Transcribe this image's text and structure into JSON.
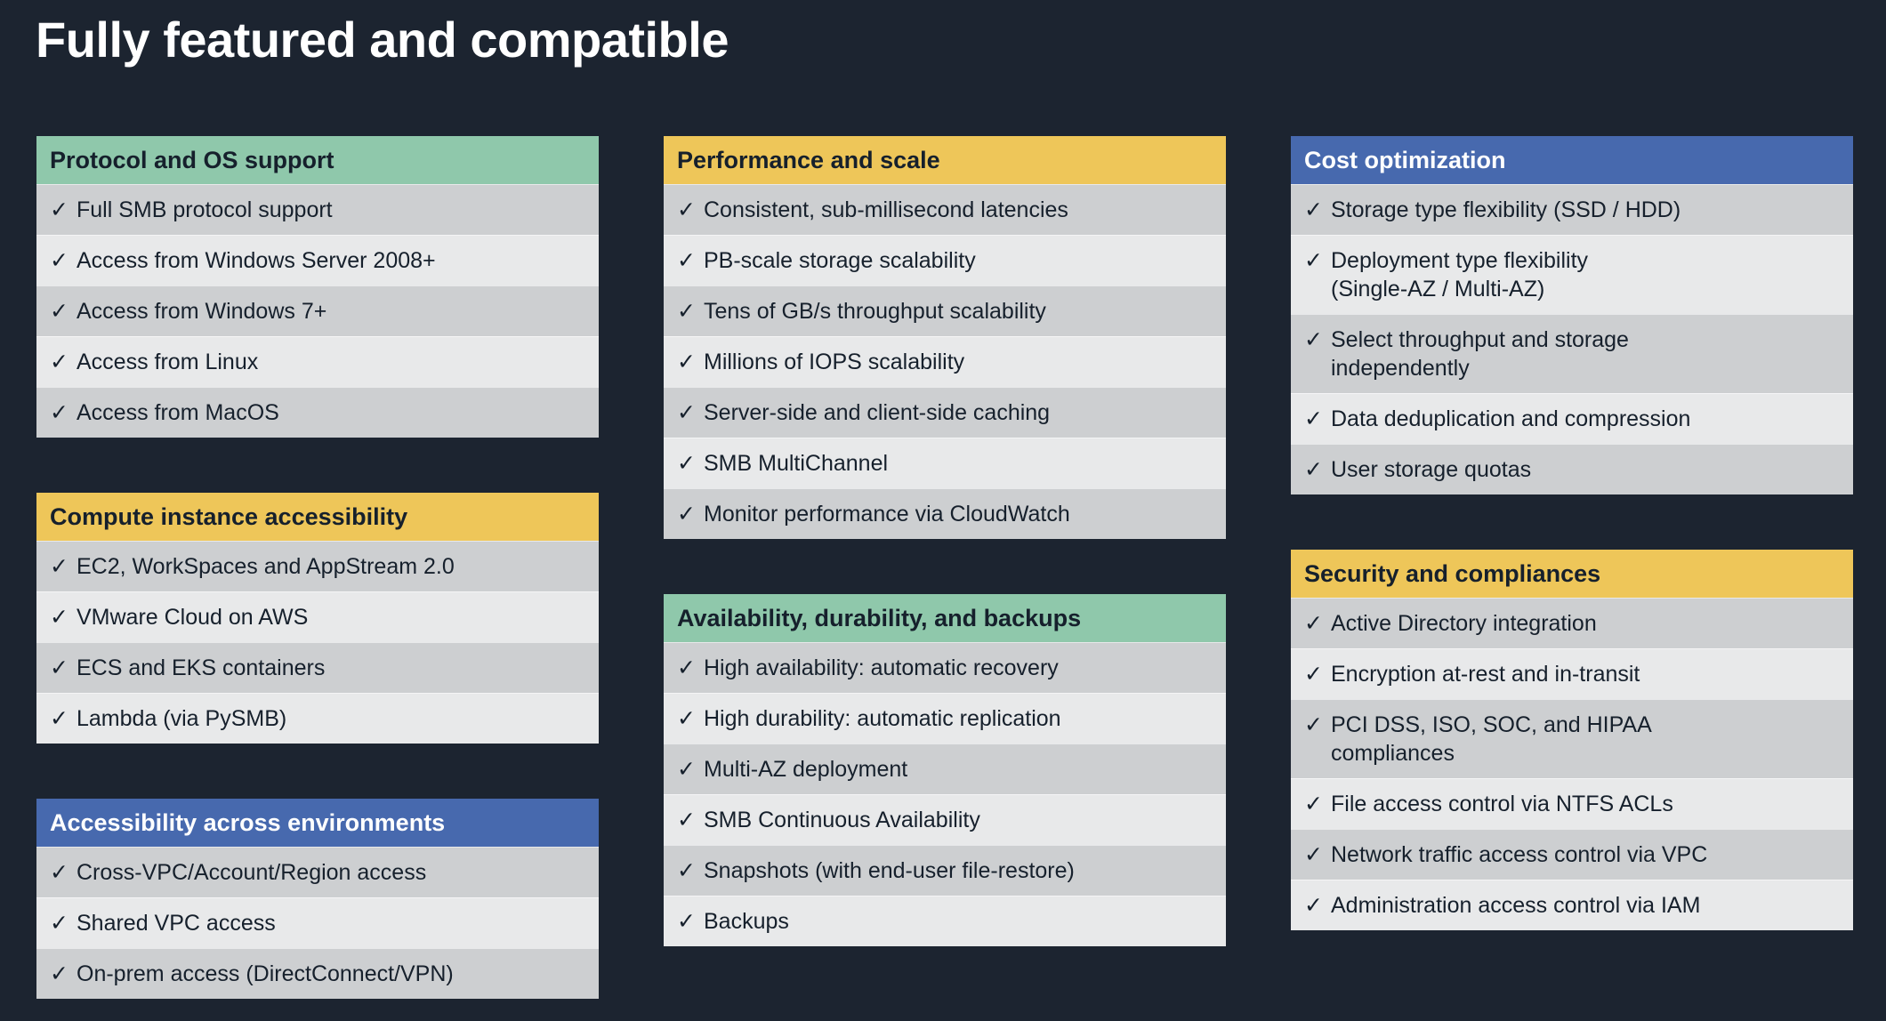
{
  "title": "Fully featured and compatible",
  "icons": {
    "check_icon": "✓"
  },
  "colors": {
    "background": "#1C2430",
    "header_green": "#8FC8AB",
    "header_yellow": "#EEC659",
    "header_blue": "#4769AE",
    "row_dark": "#CDCFD1",
    "row_light": "#E8E9EA",
    "text_dark": "#16202C",
    "title_text": "#FFFFFF",
    "header_text_on_blue": "#FFFFFF"
  },
  "columns": [
    {
      "cards": [
        {
          "title": "Protocol and OS support",
          "color": "green",
          "items": [
            "Full SMB protocol support",
            "Access from Windows Server 2008+",
            "Access from Windows 7+",
            "Access from Linux",
            "Access from MacOS"
          ]
        },
        {
          "title": "Compute instance accessibility",
          "color": "yellow",
          "items": [
            "EC2, WorkSpaces and AppStream 2.0",
            "VMware Cloud on AWS",
            "ECS and EKS containers",
            "Lambda (via PySMB)"
          ]
        },
        {
          "title": "Accessibility across environments",
          "color": "blue",
          "items": [
            "Cross-VPC/Account/Region access",
            "Shared VPC access",
            "On-prem access (DirectConnect/VPN)"
          ]
        }
      ]
    },
    {
      "cards": [
        {
          "title": "Performance and scale",
          "color": "yellow",
          "items": [
            "Consistent, sub-millisecond latencies",
            "PB-scale storage scalability",
            "Tens of GB/s throughput scalability",
            "Millions of IOPS scalability",
            "Server-side and client-side caching",
            "SMB MultiChannel",
            "Monitor performance via CloudWatch"
          ]
        },
        {
          "title": "Availability, durability, and backups",
          "color": "green",
          "items": [
            "High availability: automatic recovery",
            "High durability: automatic replication",
            "Multi-AZ deployment",
            "SMB Continuous Availability",
            "Snapshots (with end-user file-restore)",
            "Backups"
          ]
        }
      ]
    },
    {
      "cards": [
        {
          "title": "Cost optimization",
          "color": "blue",
          "items": [
            "Storage type flexibility (SSD / HDD)",
            "Deployment type flexibility\n(Single-AZ / Multi-AZ)",
            "Select throughput and storage\nindependently",
            "Data deduplication and compression",
            "User storage quotas"
          ]
        },
        {
          "title": "Security and compliances",
          "color": "yellow",
          "items": [
            "Active Directory integration",
            "Encryption at-rest and in-transit",
            "PCI DSS, ISO, SOC, and HIPAA\ncompliances",
            "File access control via NTFS ACLs",
            "Network traffic access control via VPC",
            "Administration access control via IAM"
          ]
        }
      ]
    }
  ]
}
